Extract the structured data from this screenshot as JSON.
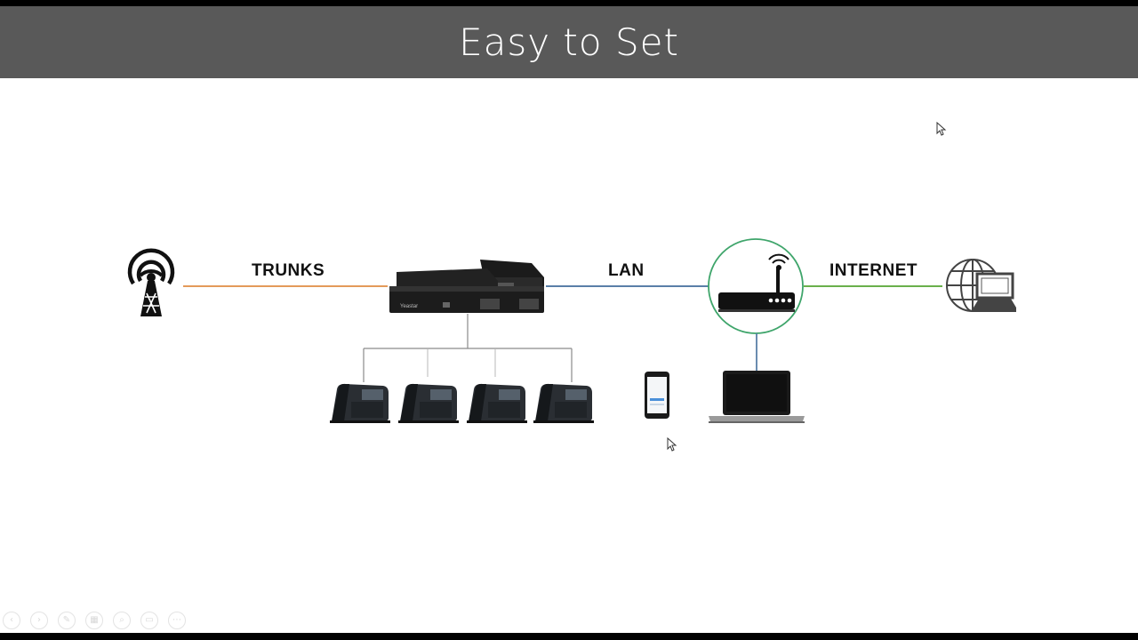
{
  "slide": {
    "title": "Easy to Set"
  },
  "labels": {
    "trunks": "TRUNKS",
    "lan": "LAN",
    "internet": "INTERNET"
  },
  "colors": {
    "title_bar": "#595959",
    "trunks_line": "#e49a5a",
    "lan_line": "#5a7fa8",
    "internet_line": "#6ab04c",
    "router_ring": "#3fa56b"
  },
  "icons": {
    "tower": "cell-tower-icon",
    "pbx": "ip-pbx-device",
    "router": "wifi-router-icon",
    "globe": "globe-computer-icon",
    "phones": [
      "ip-phone",
      "ip-phone",
      "ip-phone",
      "ip-phone"
    ],
    "smartphone": "smartphone-icon",
    "laptop": "laptop-icon"
  },
  "toolbar": {
    "buttons": [
      "previous",
      "next",
      "pen",
      "slides",
      "zoom",
      "screen",
      "more"
    ]
  }
}
